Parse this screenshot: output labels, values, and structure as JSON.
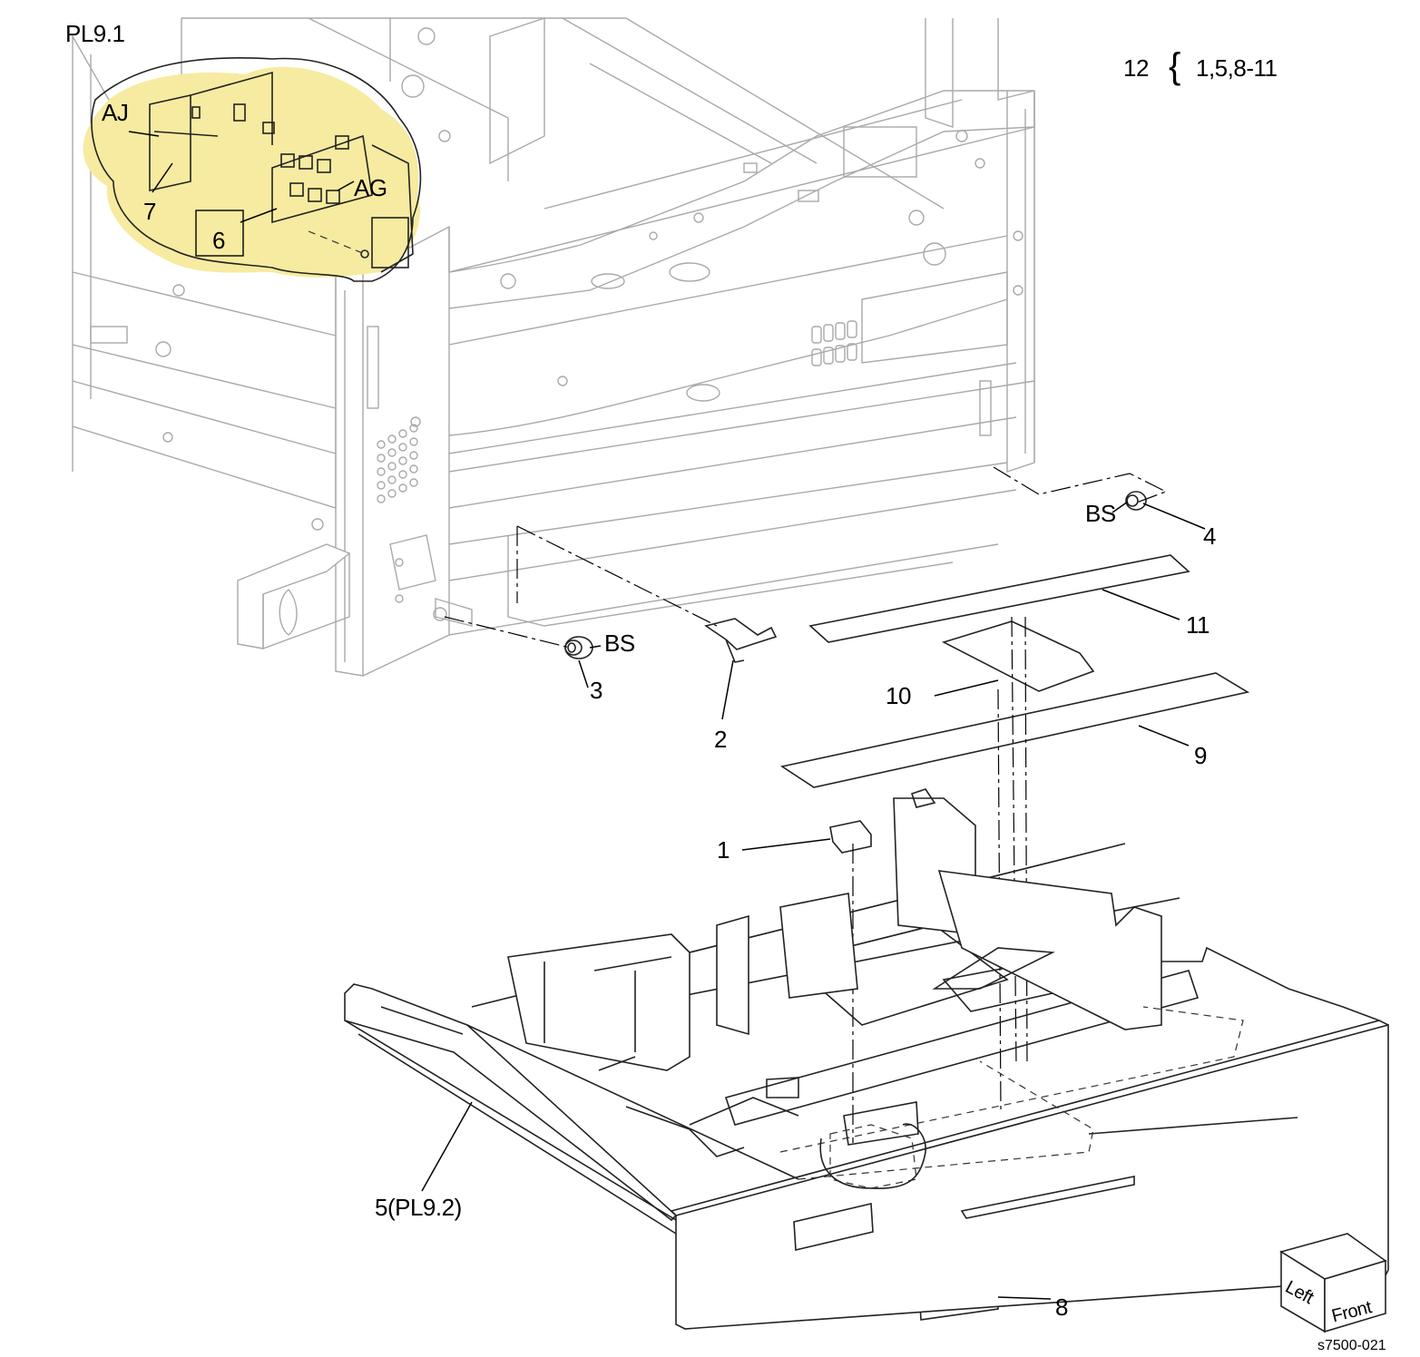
{
  "plate": "PL9.1",
  "kit": {
    "number": "12",
    "brace": "{",
    "members": "1,5,8-11"
  },
  "callouts": {
    "p1": "1",
    "p2": "2",
    "p3": "3",
    "p4": "4",
    "p5": "5(PL9.2)",
    "p6": "6",
    "p7": "7",
    "p8": "8",
    "p9": "9",
    "p10": "10",
    "p11": "11",
    "aj": "AJ",
    "ag": "AG",
    "bs_left": "BS",
    "bs_right": "BS"
  },
  "orientation": {
    "left": "Left",
    "front": "Front"
  },
  "figure_id": "s7500-021",
  "colors": {
    "highlight": "#f6eba0",
    "frame_line": "#a9a9a9",
    "part_line": "#222222"
  }
}
